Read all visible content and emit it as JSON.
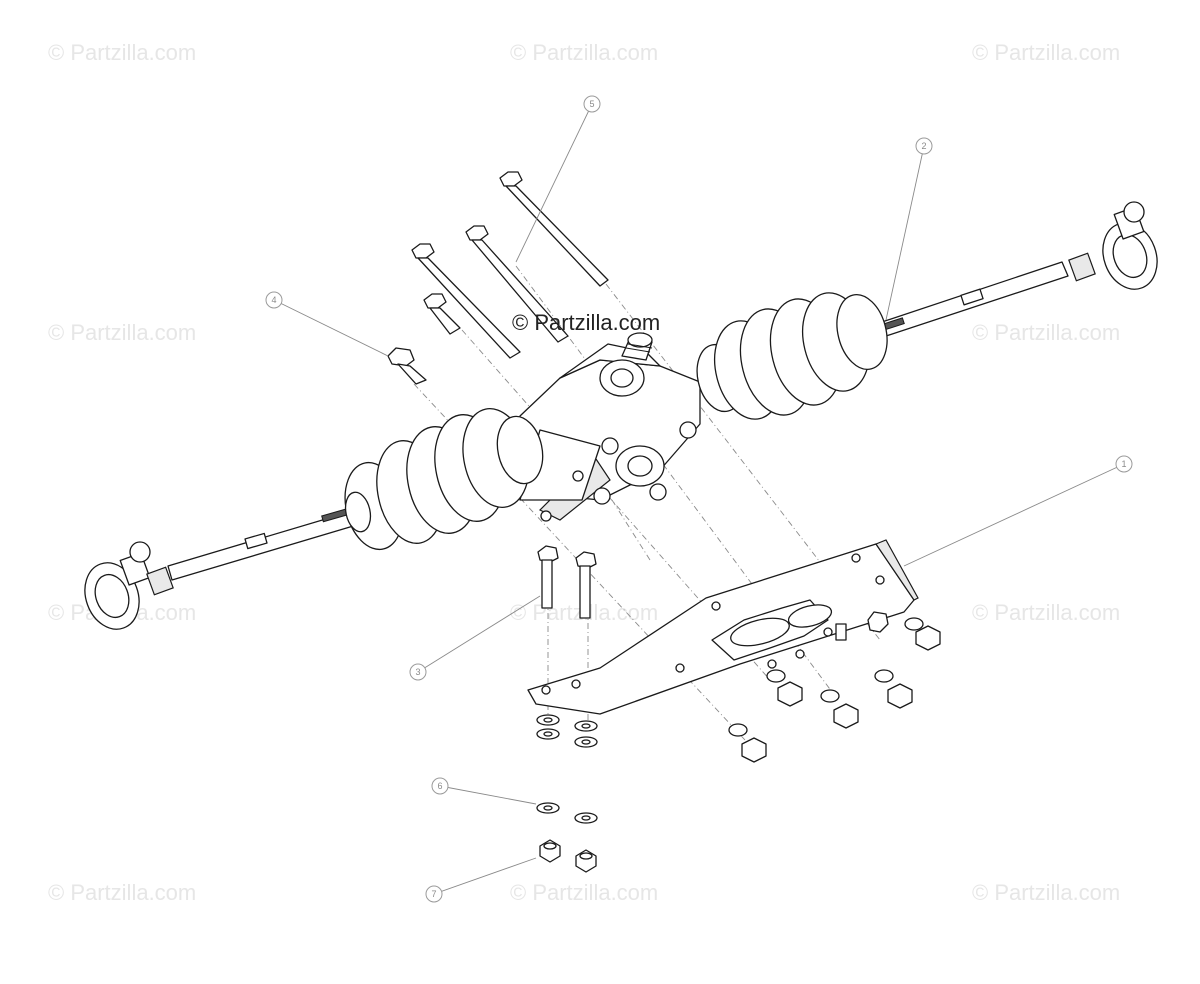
{
  "watermark": {
    "text": "© Partzilla.com",
    "center_text": "© Partzilla.com"
  },
  "callouts": [
    {
      "id": "1",
      "label": "1"
    },
    {
      "id": "2",
      "label": "2"
    },
    {
      "id": "3",
      "label": "3"
    },
    {
      "id": "4",
      "label": "4"
    },
    {
      "id": "5",
      "label": "5"
    },
    {
      "id": "6",
      "label": "6"
    },
    {
      "id": "7",
      "label": "7"
    }
  ]
}
